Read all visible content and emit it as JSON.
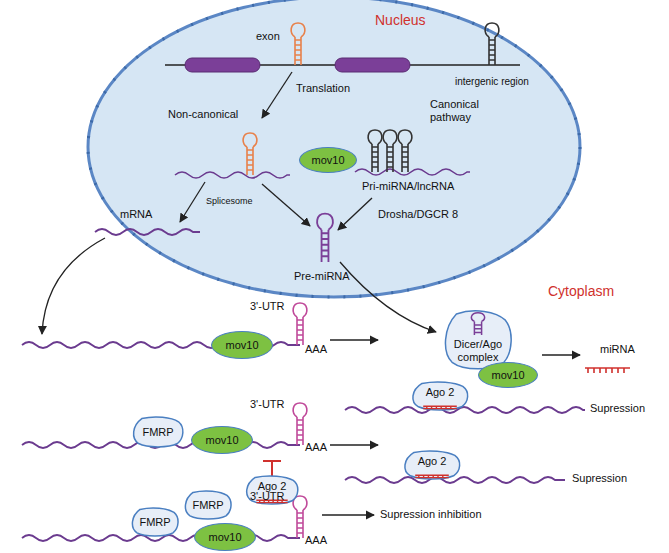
{
  "diagram": {
    "nodes": [
      {
        "text": [
          "Nucleus"
        ]
      },
      {
        "text": [
          "mov10"
        ],
        "in": 0
      },
      {
        "text": [
          "Dicer/Ago complex"
        ]
      },
      {
        "text": [
          "mov10"
        ],
        "in": 2
      },
      {
        "text": [
          "mov10"
        ]
      },
      {
        "text": [
          "Ago 2"
        ]
      },
      {
        "text": [
          "FMRP"
        ]
      },
      {
        "text": [
          "mov10"
        ]
      },
      {
        "text": [
          "Ago 2"
        ]
      },
      {
        "text": [
          "Ago 2"
        ]
      },
      {
        "text": [
          "FMRP"
        ]
      },
      {
        "text": [
          "FMRP"
        ]
      },
      {
        "text": [
          "mov10"
        ]
      }
    ],
    "labels": [
      "exon",
      "intergenic region",
      "Translation",
      "Non-canonical",
      "Canonical pathway",
      "Pri-miRNA/lncRNA",
      "Splicesome",
      "mRNA",
      "Drosha/DGCR 8",
      "Pre-miRNA",
      "Cytoplasm",
      "miRNA",
      "3'-UTR",
      "AAA",
      "Supression",
      "3'-UTR",
      "AAA",
      "Supression",
      "3'-UTR",
      "AAA",
      "Supression inhibition"
    ]
  }
}
